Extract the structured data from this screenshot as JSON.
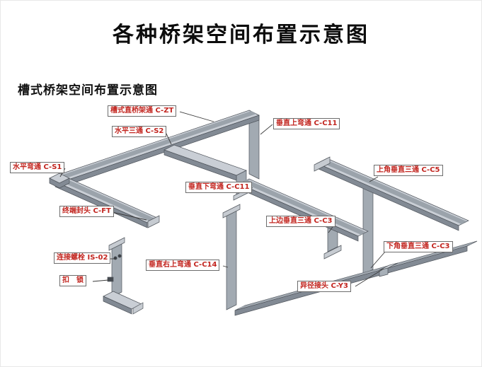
{
  "title": "各种桥架空间布置示意图",
  "subtitle": "槽式桥架空间布置示意图",
  "colors": {
    "label_text": "#c2251f",
    "tray_top": "#c9ced5",
    "tray_side": "#828a94",
    "tray_channel": "#9ba3ab",
    "tray_vertical": "#a2aab2",
    "flange": "#c6cbd1"
  },
  "labels": [
    "槽式直桥架通 C-ZT",
    "水平三通 C-S2",
    "垂直上弯通 C-C11",
    "水平弯通 C-S1",
    "上角垂直三通 C-C5",
    "垂直下弯通 C-C11",
    "终端封头 C-FT",
    "上边垂直三通 C-C3",
    "下角垂直三通 C-C3",
    "连接螺栓 IS-02",
    "垂直右上弯通 C-C14",
    "扣　锁",
    "异径接头 C-Y3"
  ]
}
